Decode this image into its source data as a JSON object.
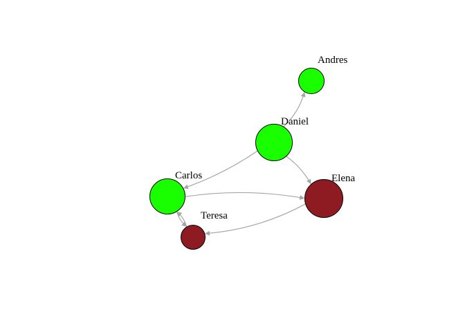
{
  "colors": {
    "group_green": "#1aff00",
    "group_red": "#8f1b22",
    "edge": "#a6a6a6"
  },
  "nodes": [
    {
      "id": "andres",
      "label": "Andres",
      "group": "green"
    },
    {
      "id": "daniel",
      "label": "Daniel",
      "group": "green"
    },
    {
      "id": "carlos",
      "label": "Carlos",
      "group": "green"
    },
    {
      "id": "elena",
      "label": "Elena",
      "group": "red"
    },
    {
      "id": "teresa",
      "label": "Teresa",
      "group": "red"
    }
  ],
  "edges": [
    {
      "from": "daniel",
      "to": "andres"
    },
    {
      "from": "daniel",
      "to": "carlos"
    },
    {
      "from": "daniel",
      "to": "elena"
    },
    {
      "from": "carlos",
      "to": "elena"
    },
    {
      "from": "elena",
      "to": "teresa"
    },
    {
      "from": "carlos",
      "to": "teresa"
    },
    {
      "from": "teresa",
      "to": "carlos"
    }
  ]
}
